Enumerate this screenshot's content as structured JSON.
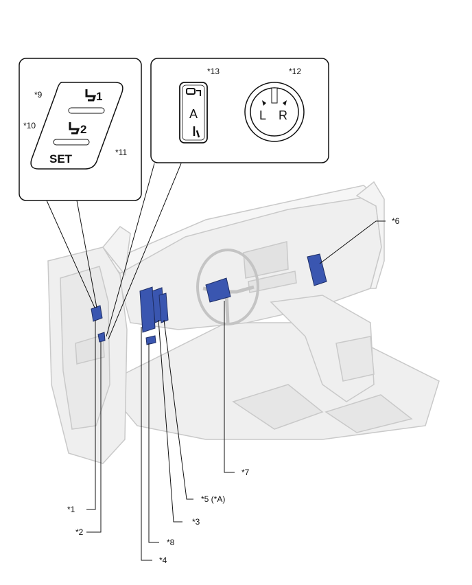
{
  "callouts": {
    "c1": "*1",
    "c2": "*2",
    "c3": "*3",
    "c4": "*4",
    "c5": "*5 (*A)",
    "c6": "*6",
    "c7": "*7",
    "c8": "*8",
    "c9": "*9",
    "c10": "*10",
    "c11": "*11",
    "c12": "*12",
    "c13": "*13"
  },
  "memory_switch": {
    "button1": "1",
    "button2": "2",
    "set": "SET"
  },
  "mode_switch": {
    "label": "A"
  },
  "mirror_switch": {
    "left": "L",
    "right": "R"
  },
  "colors": {
    "highlight": "#3a56b0",
    "outline": "#222222",
    "car_fill": "#efefef",
    "car_line": "#c9c9c9"
  }
}
